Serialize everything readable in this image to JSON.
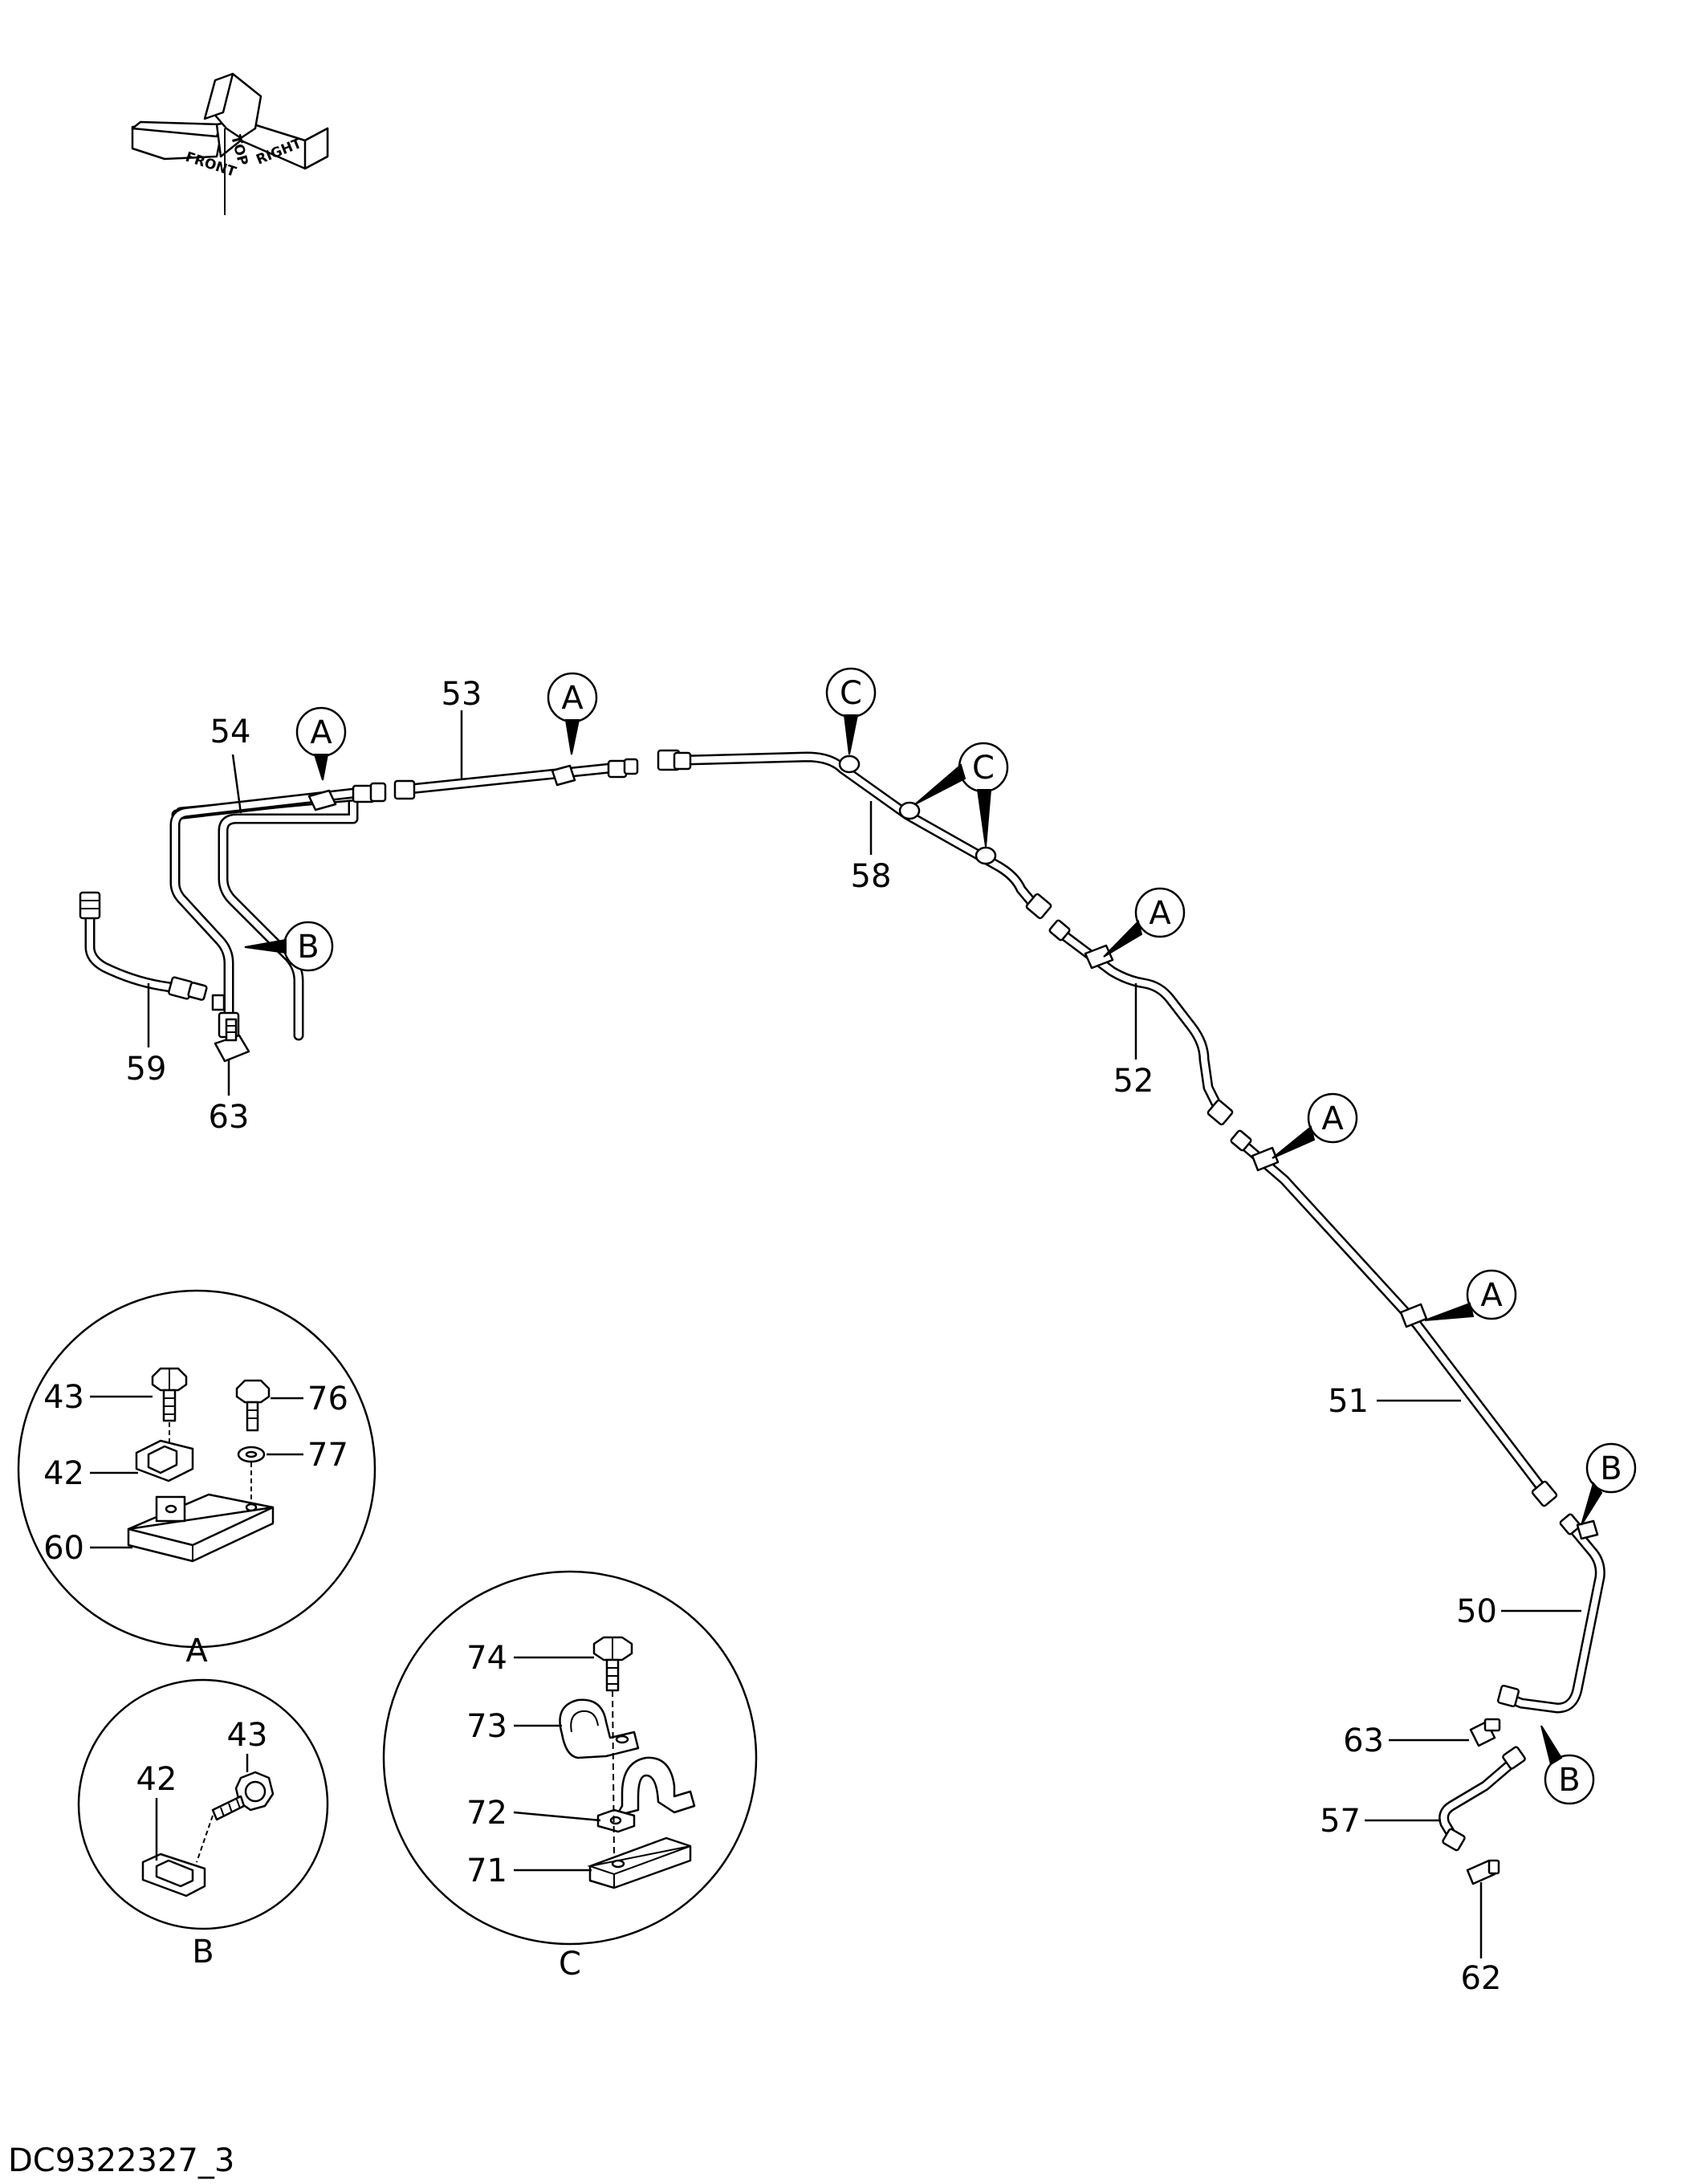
{
  "document_id": "DC9322327_3",
  "orientation": {
    "front": "FRONT",
    "top": "TOP",
    "right": "RIGHT"
  },
  "part_numbers": {
    "p50": "50",
    "p51": "51",
    "p52": "52",
    "p53": "53",
    "p54": "54",
    "p57": "57",
    "p58": "58",
    "p59": "59",
    "p62": "62",
    "p63_left": "63",
    "p63_right": "63"
  },
  "detail_refs": {
    "a1": "A",
    "a2": "A",
    "a3": "A",
    "a4": "A",
    "a5": "A",
    "b1": "B",
    "b2": "B",
    "b3": "B",
    "c1": "C",
    "c2": "C"
  },
  "detail_views": {
    "A": {
      "caption": "A",
      "parts": {
        "p43": "43",
        "p76": "76",
        "p42": "42",
        "p77": "77",
        "p60": "60"
      }
    },
    "B": {
      "caption": "B",
      "parts": {
        "p42": "42",
        "p43": "43"
      }
    },
    "C": {
      "caption": "C",
      "parts": {
        "p74": "74",
        "p73": "73",
        "p72": "72",
        "p71": "71"
      }
    }
  }
}
